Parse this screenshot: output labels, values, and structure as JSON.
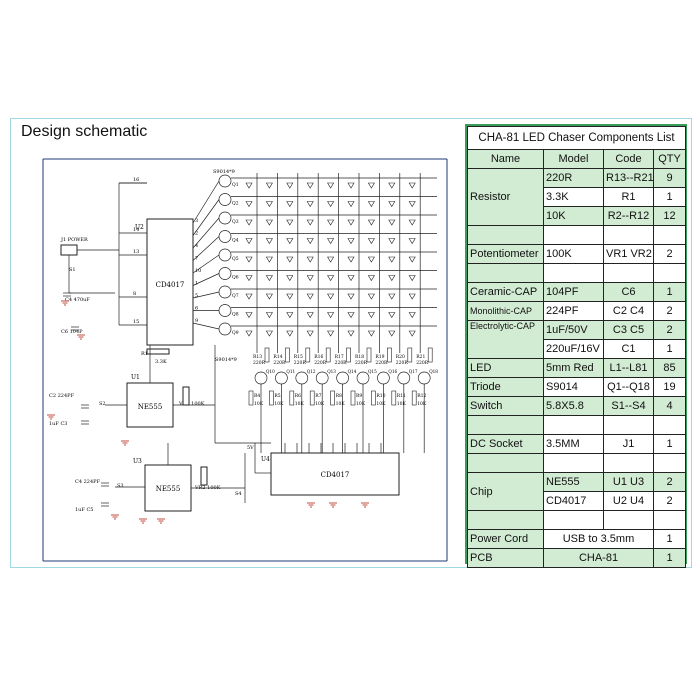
{
  "schematic": {
    "title": "Design schematic",
    "chips": {
      "u2": "CD4017",
      "u1": "NE555",
      "u3": "NE555",
      "u4": "CD4017"
    },
    "chip_refs": {
      "u2": "U2",
      "u1": "U1",
      "u3": "U3",
      "u4": "U4"
    },
    "labels": {
      "power": "J1 POWER",
      "switch1": "S1",
      "cap_c6": "C6  104P",
      "cap_c4": "C4 470uF",
      "r1": "R1",
      "r1_val": "3.3K",
      "s9014": "S9014*9",
      "c2": "C2 224PF",
      "c3": "1uF C3",
      "s2": "S2",
      "vr1": "VR1 100K",
      "c4b": "C4 224PF",
      "c5": "1uF C5",
      "s3": "S3",
      "vr2": "VR2 100K",
      "s4": "S4",
      "v5": "5V",
      "s9014_row": "S9014*9"
    },
    "transistors": [
      "Q1",
      "Q2",
      "Q3",
      "Q4",
      "Q5",
      "Q6",
      "Q7",
      "Q8",
      "Q9"
    ],
    "pins_left": [
      "16",
      "14",
      "13",
      "8",
      "15"
    ],
    "pins_right": [
      "3",
      "2",
      "4",
      "7",
      "10",
      "1",
      "5",
      "6",
      "9"
    ],
    "resistors_top": [
      "R13",
      "R14",
      "R15",
      "R16",
      "R17",
      "R18",
      "R19",
      "R20",
      "R21"
    ],
    "resistors_top_val": "220R",
    "resistors_bottom": [
      "R4",
      "R5",
      "R6",
      "R7",
      "R8",
      "R9",
      "R10",
      "R11",
      "R12"
    ],
    "resistors_bottom_val": "10K",
    "transistors_bottom": [
      "Q10",
      "Q11",
      "Q12",
      "Q13",
      "Q14",
      "Q15",
      "Q16",
      "Q17",
      "Q18"
    ]
  },
  "table": {
    "title": "CHA-81 LED Chaser Components List",
    "headers": [
      "Name",
      "Model",
      "Code",
      "QTY"
    ],
    "rows": {
      "r1": [
        "Resistor",
        "220R",
        "R13--R21",
        "9"
      ],
      "r2": [
        "3.3K",
        "R1",
        "1"
      ],
      "r3": [
        "10K",
        "R2--R12",
        "12"
      ],
      "r5": [
        "Potentiometer",
        "100K",
        "VR1   VR2",
        "2"
      ],
      "r7": [
        "Ceramic-CAP",
        "104PF",
        "C6",
        "1"
      ],
      "r8": [
        "Monolithic-CAP",
        "224PF",
        "C2  C4",
        "2"
      ],
      "r9": [
        "Electrolytic-CAP",
        "1uF/50V",
        "C3  C5",
        "2"
      ],
      "r10": [
        "220uF/16V",
        "C1",
        "1"
      ],
      "r11": [
        "LED",
        "5mm Red",
        "L1--L81",
        "85"
      ],
      "r12": [
        "Triode",
        "S9014",
        "Q1--Q18",
        "19"
      ],
      "r13": [
        "Switch",
        "5.8X5.8",
        "S1--S4",
        "4"
      ],
      "r15": [
        "DC Socket",
        "3.5MM",
        "J1",
        "1"
      ],
      "r17": [
        "Chip",
        "NE555",
        "U1  U3",
        "2"
      ],
      "r18": [
        "CD4017",
        "U2  U4",
        "2"
      ],
      "r20": [
        "Power Cord",
        "USB to 3.5mm",
        "1"
      ],
      "r21": [
        "PCB",
        "CHA-81",
        "1"
      ]
    }
  },
  "colors": {
    "frame": "#9fd9e3",
    "green": "#d2ebd3",
    "border": "#3a9c5a",
    "ground": "#c0392b",
    "wire": "#222222"
  }
}
